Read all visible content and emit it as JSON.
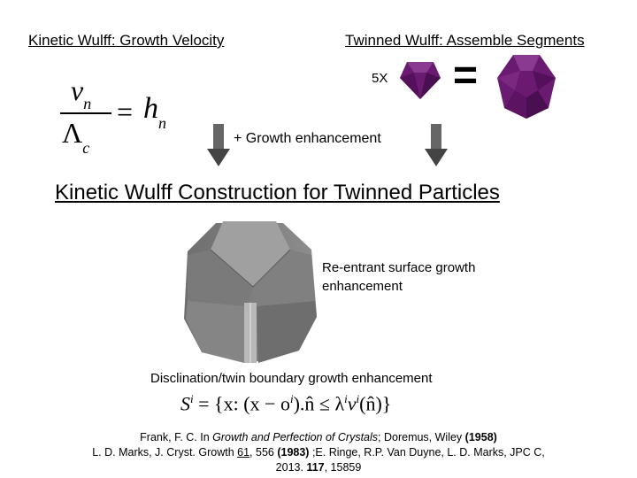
{
  "headings": {
    "left": "Kinetic Wulff: Growth Velocity",
    "right": "Twinned Wulff: Assemble Segments",
    "main": "Kinetic Wulff Construction for Twinned Particles"
  },
  "equation1": {
    "numerator_var": "v",
    "numerator_sub": "n",
    "denominator_var": "Λ",
    "denominator_sub": "c",
    "equals": "=",
    "rhs_var": "h",
    "rhs_sub": "n"
  },
  "multiplier": "5X",
  "equals_sign": "=",
  "growth_enhancement": "+ Growth enhancement",
  "reentrant_label": "Re-entrant surface growth enhancement",
  "disclination_label": "Disclination/twin boundary growth enhancement",
  "equation2": {
    "lhs": "S",
    "lhs_sup": "i",
    "body_1": " = {x: (x − o",
    "body_sup_1": "i",
    "body_2": ").n̂ ≤ λ",
    "body_sup_2": "i",
    "body_3": "v",
    "body_sup_3": "i",
    "body_4": "(n̂)}"
  },
  "citations": {
    "line1_a": "Frank, F. C. In ",
    "line1_italic": "Growth and Perfection of Crystals",
    "line1_b": "; Doremus, Wiley ",
    "line1_bold": "(1958)",
    "line2_a": "L. D. Marks, J. Cryst. Growth ",
    "line2_u": "61",
    "line2_b": ", 556 ",
    "line2_bold": "(1983)",
    "line2_c": " ;E. Ringe, R.P. Van Duyne, L. D. Marks, JPC C,",
    "line3_a": "2013. ",
    "line3_bold": "117",
    "line3_b": ", 15859"
  },
  "colors": {
    "purple": "#6a1a70",
    "purple_dark": "#4a0f50",
    "arrow": "#555555",
    "gray_particle": "#8a8a8a"
  }
}
